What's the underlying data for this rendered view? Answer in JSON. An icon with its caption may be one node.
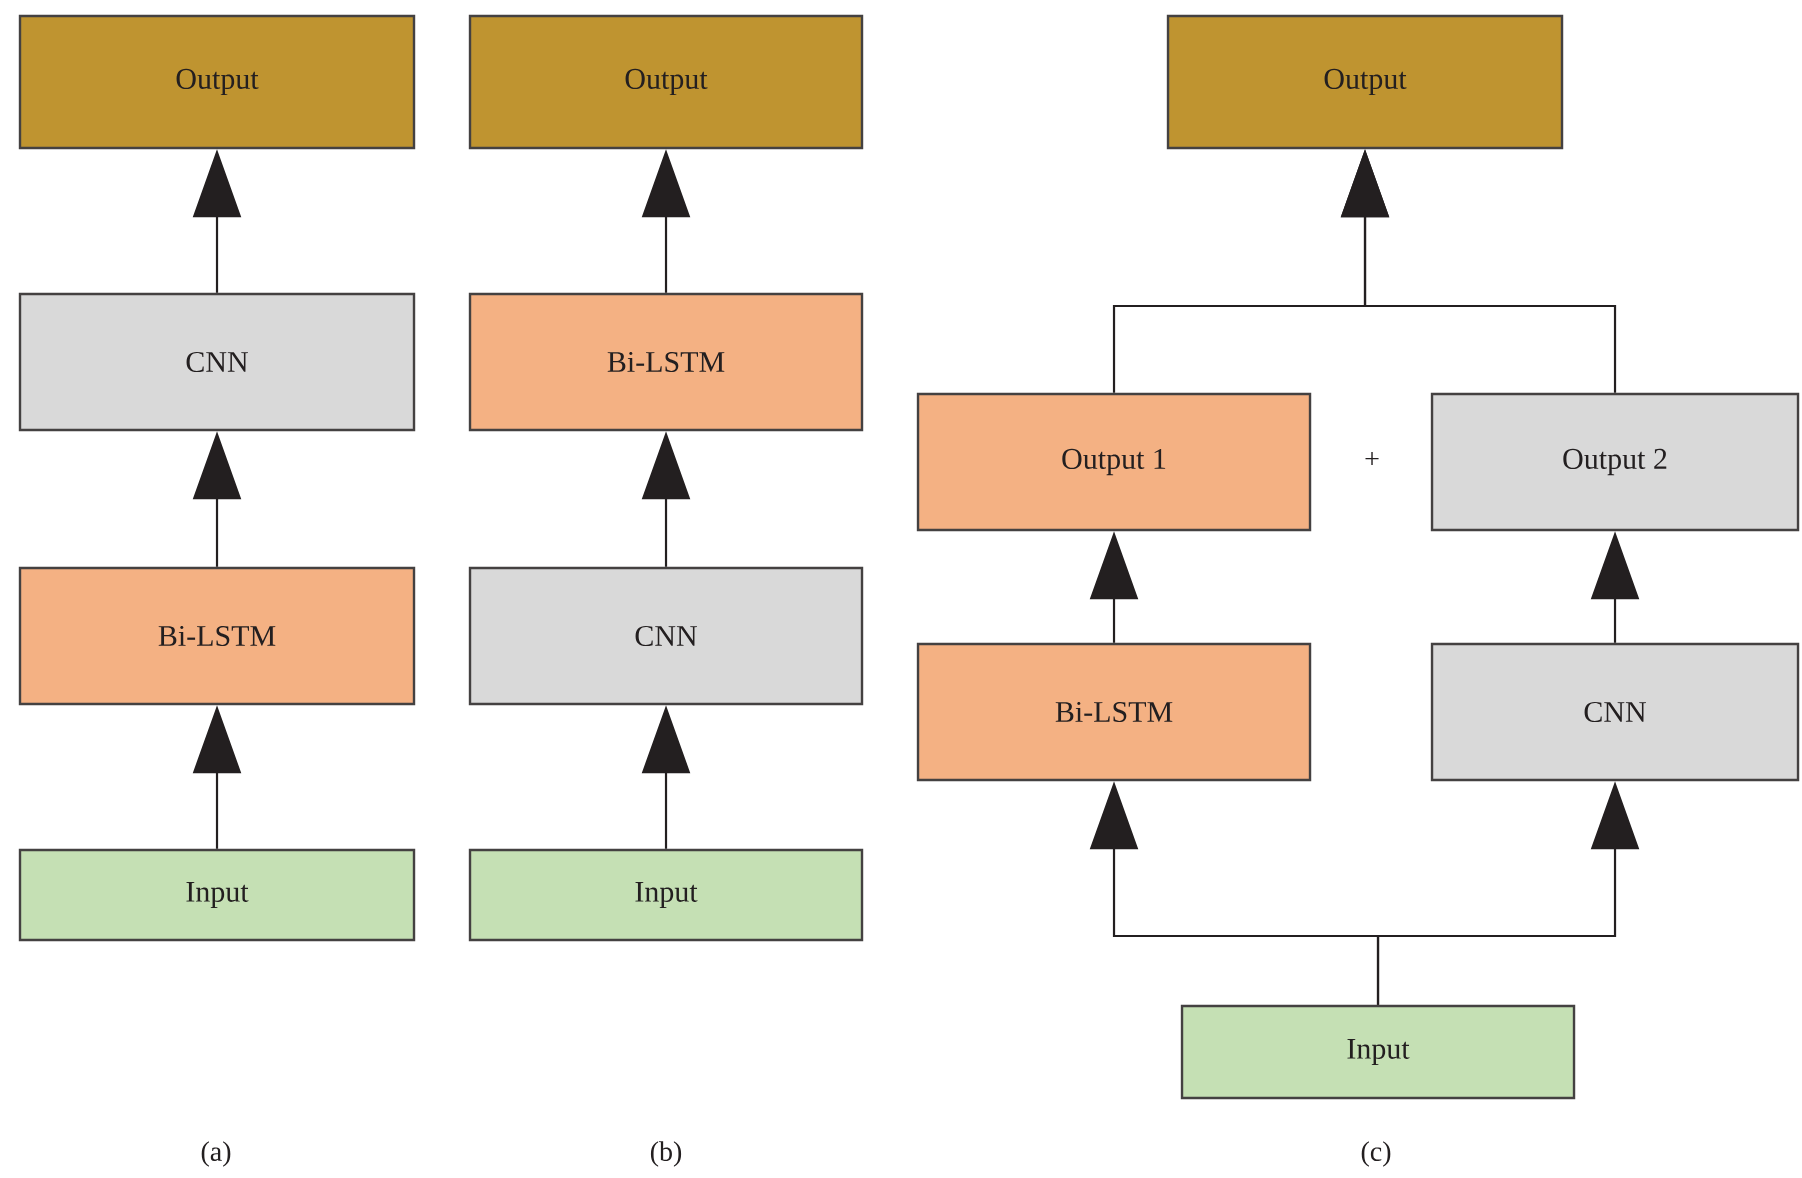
{
  "diagram": {
    "nodes": [
      {
        "text": [
          "Output"
        ]
      },
      {
        "text": [
          "CNN"
        ]
      },
      {
        "text": [
          "Bi-LSTM"
        ]
      },
      {
        "text": [
          "Input"
        ]
      },
      {
        "text": [
          "Output"
        ]
      },
      {
        "text": [
          "Bi-LSTM"
        ]
      },
      {
        "text": [
          "CNN"
        ]
      },
      {
        "text": [
          "Input"
        ]
      },
      {
        "text": [
          "Output"
        ]
      },
      {
        "text": [
          "Output 1"
        ]
      },
      {
        "text": [
          "Output 2"
        ]
      },
      {
        "text": [
          "Bi-LSTM"
        ]
      },
      {
        "text": [
          "CNN"
        ]
      },
      {
        "text": [
          "Input"
        ]
      }
    ],
    "edges": [
      {
        "from": 3,
        "to": 2,
        "arrow": "to"
      },
      {
        "from": 2,
        "to": 1,
        "arrow": "to"
      },
      {
        "from": 1,
        "to": 0,
        "arrow": "to"
      },
      {
        "from": 7,
        "to": 6,
        "arrow": "to"
      },
      {
        "from": 6,
        "to": 5,
        "arrow": "to"
      },
      {
        "from": 5,
        "to": 4,
        "arrow": "to"
      },
      {
        "from": 13,
        "to": 11,
        "arrow": "to"
      },
      {
        "from": 13,
        "to": 12,
        "arrow": "to"
      },
      {
        "from": 11,
        "to": 9,
        "arrow": "to"
      },
      {
        "from": 12,
        "to": 10,
        "arrow": "to"
      },
      {
        "from": 9,
        "to": 8,
        "arrow": "to"
      },
      {
        "from": 10,
        "to": 8,
        "arrow": "to"
      }
    ],
    "labels": [
      "+",
      "(a)",
      "(b)",
      "(c)"
    ]
  }
}
